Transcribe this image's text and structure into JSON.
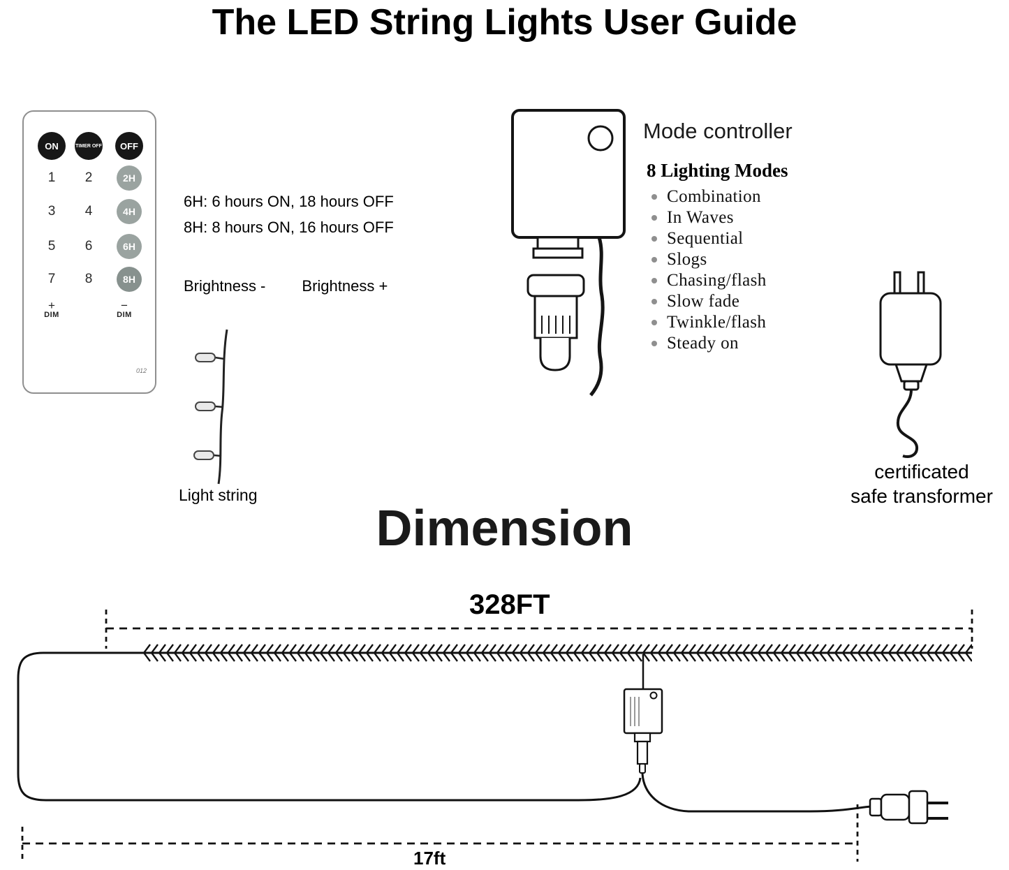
{
  "title": "The LED String Lights User Guide",
  "remote": {
    "power_buttons": [
      "ON",
      "TIMER OFF",
      "OFF"
    ],
    "grid": [
      [
        "1",
        "2",
        "2H"
      ],
      [
        "3",
        "4",
        "4H"
      ],
      [
        "5",
        "6",
        "6H"
      ],
      [
        "7",
        "8",
        "8H"
      ]
    ],
    "dim_plus_sign": "+",
    "dim_plus_label": "DIM",
    "dim_minus_sign": "−",
    "dim_minus_label": "DIM",
    "model_number": "012"
  },
  "timer_notes": {
    "line1": "6H: 6 hours ON, 18 hours OFF",
    "line2": "8H: 8 hours ON, 16 hours OFF"
  },
  "brightness": {
    "minus": "Brightness -",
    "plus": "Brightness +"
  },
  "light_string": {
    "label": "Light string"
  },
  "mode_controller": {
    "label": "Mode controller",
    "modes_heading": "8 Lighting Modes",
    "modes": [
      "Combination",
      "In Waves",
      "Sequential",
      "Slogs",
      "Chasing/flash",
      "Slow fade",
      "Twinkle/flash",
      "Steady on"
    ]
  },
  "transformer": {
    "label_line1": "certificated",
    "label_line2": "safe transformer"
  },
  "dimension": {
    "heading": "Dimension",
    "string_length": "328FT",
    "lead_length": "17ft"
  },
  "colors": {
    "background": "#ffffff",
    "ink": "#111111",
    "remote_button_dark": "#171717",
    "remote_button_gray": "#9aa3a0",
    "remote_button_gray_dark": "#87918e",
    "bullet_gray": "#8f8f8f"
  }
}
